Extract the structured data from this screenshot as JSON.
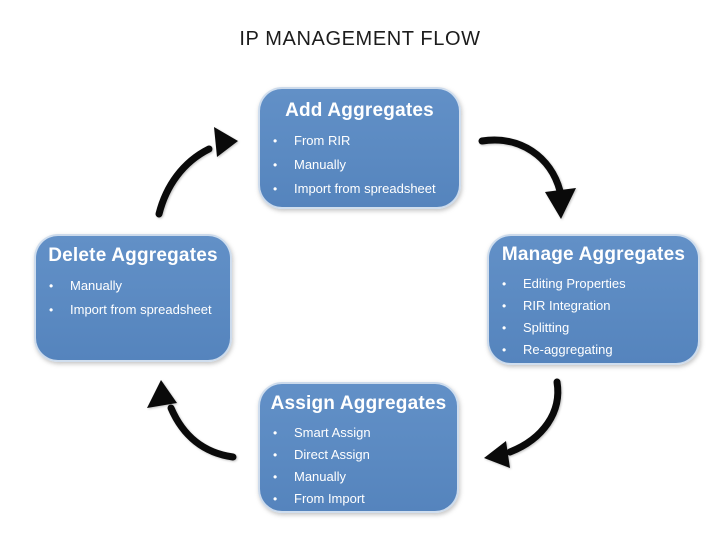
{
  "title": "IP MANAGEMENT FLOW",
  "icons": {
    "bullet": "•"
  },
  "colors": {
    "box_fill": "#5b8ac2",
    "box_border": "#ffffff",
    "box_text": "#ffffff",
    "arrow": "#0a0a0a",
    "title_text": "#1c1c1c",
    "background": "#ffffff"
  },
  "boxes": [
    {
      "heading": "Add Aggregates",
      "items": [
        "From RIR",
        "Manually",
        "Import from spreadsheet"
      ]
    },
    {
      "heading": "Manage Aggregates",
      "items": [
        "Editing Properties",
        "RIR Integration",
        "Splitting",
        "Re-aggregating"
      ]
    },
    {
      "heading": "Assign Aggregates",
      "items": [
        "Smart Assign",
        "Direct Assign",
        "Manually",
        "From Import"
      ]
    },
    {
      "heading": "Delete Aggregates",
      "items": [
        "Manually",
        "Import from spreadsheet"
      ]
    }
  ]
}
